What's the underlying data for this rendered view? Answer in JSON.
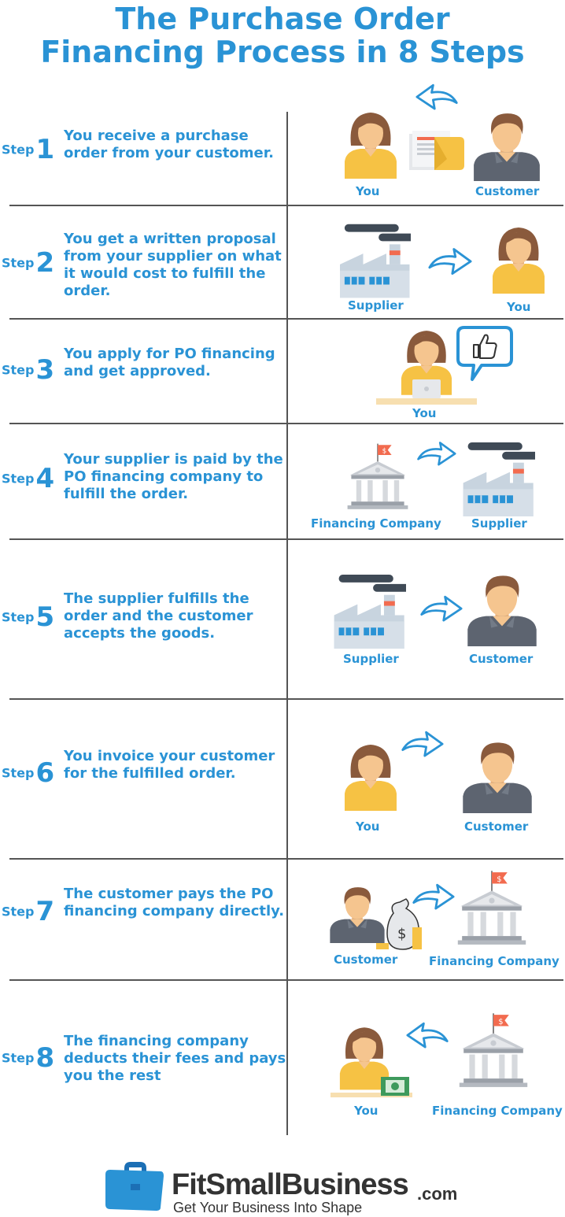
{
  "title": {
    "line1": "The Purchase Order",
    "line2": "Financing Process in 8 Steps"
  },
  "step_word": "Step",
  "steps": [
    {
      "num": "1",
      "text": "You receive a purchase order from your customer.",
      "caps": [
        "You",
        "Customer"
      ]
    },
    {
      "num": "2",
      "text": "You get a written proposal from your supplier on what it would cost to fulfill the order.",
      "caps": [
        "Supplier",
        "You"
      ]
    },
    {
      "num": "3",
      "text": "You apply for PO financing and get approved.",
      "caps": [
        "You"
      ]
    },
    {
      "num": "4",
      "text": "Your supplier is paid by the PO financing company to fulfill the order.",
      "caps": [
        "Financing Company",
        "Supplier"
      ]
    },
    {
      "num": "5",
      "text": "The supplier fulfills the order and the customer accepts the goods.",
      "caps": [
        "Supplier",
        "Customer"
      ]
    },
    {
      "num": "6",
      "text": "You invoice your customer for the fulfilled order.",
      "caps": [
        "You",
        "Customer"
      ]
    },
    {
      "num": "7",
      "text": "The customer pays the PO financing company directly.",
      "caps": [
        "Customer",
        "Financing Company"
      ]
    },
    {
      "num": "8",
      "text": "The financing company deducts their fees and pays you the rest",
      "caps": [
        "You",
        "Financing Company"
      ]
    }
  ],
  "footer": {
    "brand": "FitSmallBusiness",
    "domain": ".com",
    "tagline": "Get Your Business Into Shape"
  },
  "colors": {
    "accent": "#2a93d5",
    "woman_shirt": "#f6c244",
    "man_shirt": "#5d6470",
    "skin": "#f5c58f",
    "hair": "#8a5a3c",
    "factory": "#c8d4df",
    "smoke": "#3f4a56",
    "flag": "#f26b4f"
  }
}
